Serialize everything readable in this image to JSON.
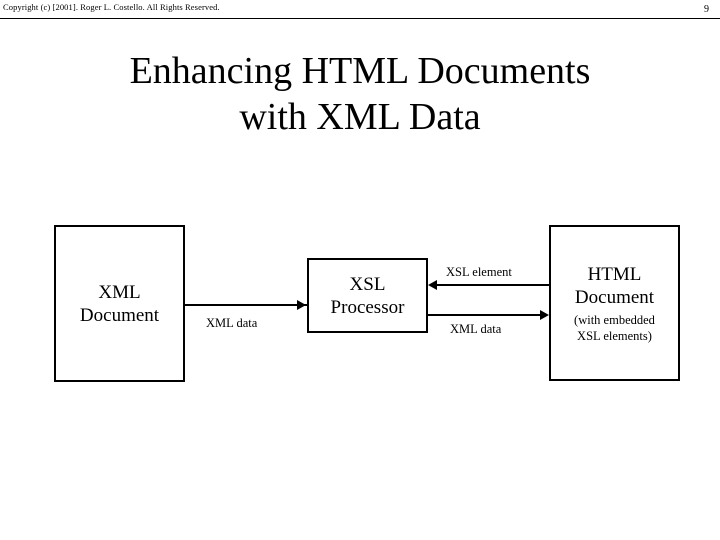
{
  "header": {
    "copyright": "Copyright (c) [2001].  Roger L. Costello.  All Rights Reserved.",
    "page_number": "9"
  },
  "title": {
    "line1": "Enhancing HTML Documents",
    "line2": "with XML Data"
  },
  "diagram": {
    "type": "flow-diagram",
    "nodes": [
      {
        "id": "xml-document",
        "title_line1": "XML",
        "title_line2": "Document"
      },
      {
        "id": "xsl-processor",
        "title_line1": "XSL",
        "title_line2": "Processor"
      },
      {
        "id": "html-document",
        "title_line1": "HTML",
        "title_line2": "Document",
        "subtitle_line1": "(with embedded",
        "subtitle_line2": "XSL elements)"
      }
    ],
    "edges": [
      {
        "id": "edge1",
        "label": "XML data",
        "from": "xml-document",
        "to": "xsl-processor",
        "direction": "right"
      },
      {
        "id": "edge2",
        "label": "XSL element",
        "from": "html-document",
        "to": "xsl-processor",
        "direction": "left"
      },
      {
        "id": "edge3",
        "label": "XML data",
        "from": "xsl-processor",
        "to": "html-document",
        "direction": "right"
      }
    ]
  },
  "colors": {
    "background": "#ffffff",
    "ink": "#000000"
  }
}
